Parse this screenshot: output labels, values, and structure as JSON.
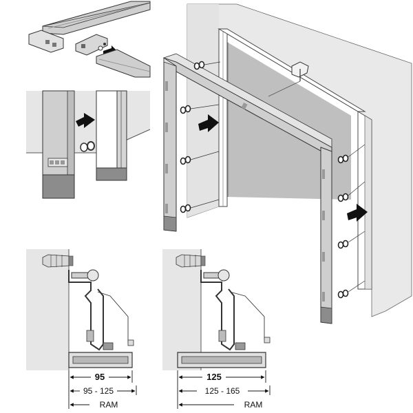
{
  "figure": {
    "left_detail": {
      "width_label": "95",
      "range_label": "95 - 125",
      "frame_label": "RAM"
    },
    "right_detail": {
      "width_label": "125",
      "range_label": "125 - 165",
      "frame_label": "RAM"
    }
  }
}
